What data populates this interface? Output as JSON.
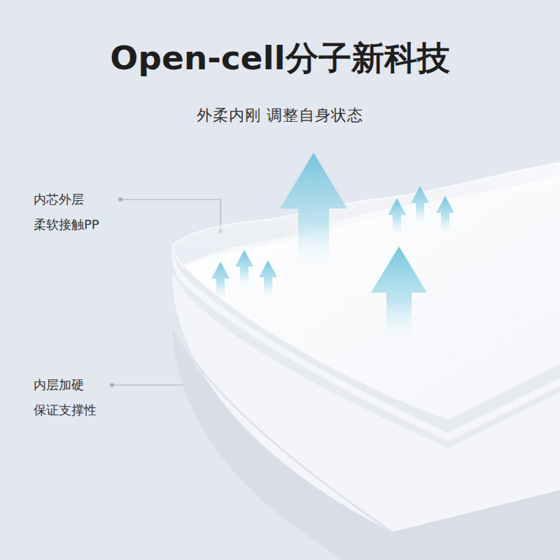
{
  "diagram": {
    "title": "Open-cell分子新科技",
    "labels": [
      "外柔内刚 调整自身状态",
      "内芯外层 柔软接触PP",
      "内层加硬 保证支撑性"
    ]
  }
}
